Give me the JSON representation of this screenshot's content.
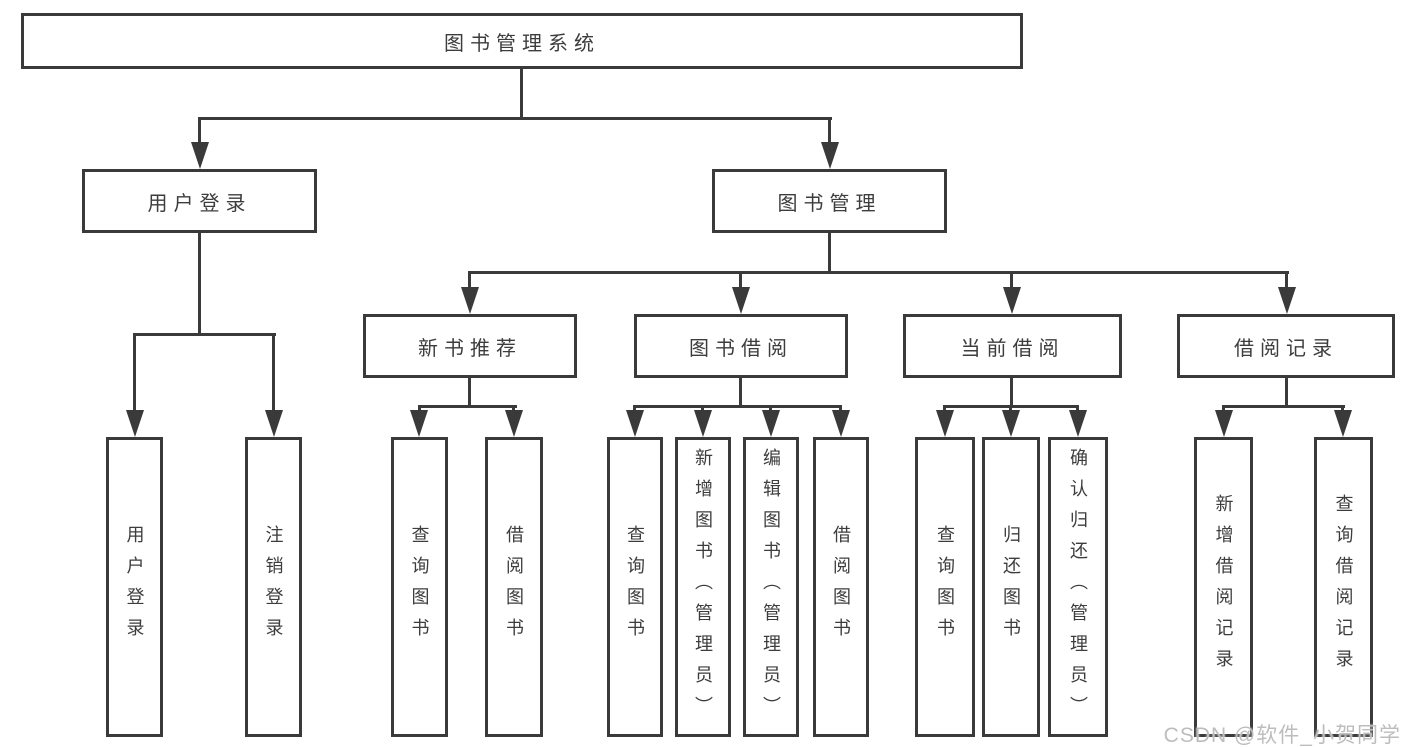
{
  "diagram_title": "图书管理系统",
  "watermark": "CSDN @软件_小贺同学",
  "colors": {
    "line": "#3a3a3a",
    "text": "#3d3d3d",
    "watermark": "#bdbdbd",
    "background": "#ffffff"
  },
  "tree": {
    "label": "图书管理系统",
    "children": [
      {
        "label": "用户登录",
        "children": [
          {
            "label": "用户登录"
          },
          {
            "label": "注销登录"
          }
        ]
      },
      {
        "label": "图书管理",
        "children": [
          {
            "label": "新书推荐",
            "children": [
              {
                "label": "查询图书"
              },
              {
                "label": "借阅图书"
              }
            ]
          },
          {
            "label": "图书借阅",
            "children": [
              {
                "label": "查询图书"
              },
              {
                "label": "新增图书（管理员）"
              },
              {
                "label": "编辑图书（管理员）"
              },
              {
                "label": "借阅图书"
              }
            ]
          },
          {
            "label": "当前借阅",
            "children": [
              {
                "label": "查询图书"
              },
              {
                "label": "归还图书"
              },
              {
                "label": "确认归还（管理员）"
              }
            ]
          },
          {
            "label": "借阅记录",
            "children": [
              {
                "label": "新增借阅记录"
              },
              {
                "label": "查询借阅记录"
              }
            ]
          }
        ]
      }
    ]
  }
}
